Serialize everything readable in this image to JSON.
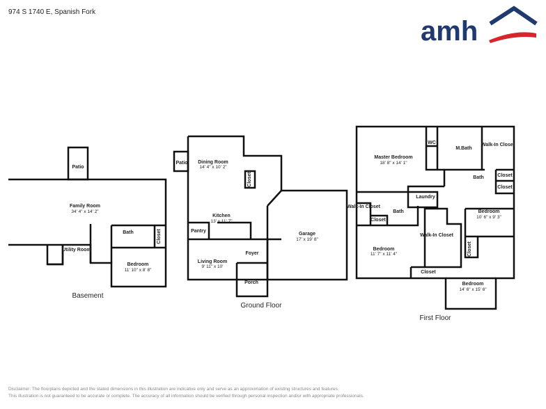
{
  "header": {
    "address": "974 S 1740 E, Spanish Fork",
    "logo_text": "amh",
    "brand_navy": "#1f3a6e",
    "brand_red": "#d6252c"
  },
  "floors": {
    "basement": {
      "label": "Basement",
      "rooms": [
        {
          "name": "Patio",
          "dims": ""
        },
        {
          "name": "Family Room",
          "dims": "34' 4\" x 14' 2\""
        },
        {
          "name": "Bath",
          "dims": ""
        },
        {
          "name": "Closet",
          "dims": ""
        },
        {
          "name": "Utility Room",
          "dims": ""
        },
        {
          "name": "Bedroom",
          "dims": "11' 10\" x 8' 8\""
        }
      ]
    },
    "ground": {
      "label": "Ground Floor",
      "rooms": [
        {
          "name": "Patio",
          "dims": ""
        },
        {
          "name": "Dining Room",
          "dims": "14' 4\" x 10' 2\""
        },
        {
          "name": "Closet",
          "dims": ""
        },
        {
          "name": "Kitchen",
          "dims": "13' x 11' 7\""
        },
        {
          "name": "Pantry",
          "dims": ""
        },
        {
          "name": "Garage",
          "dims": "17' x 19' 8\""
        },
        {
          "name": "Living Room",
          "dims": "9' 11\" x 10'"
        },
        {
          "name": "Foyer",
          "dims": ""
        },
        {
          "name": "Porch",
          "dims": ""
        }
      ]
    },
    "first": {
      "label": "First Floor",
      "rooms": [
        {
          "name": "Master Bedroom",
          "dims": "18' 8\" x 14' 1\""
        },
        {
          "name": "WC",
          "dims": ""
        },
        {
          "name": "M.Bath",
          "dims": ""
        },
        {
          "name": "Walk-In Closet",
          "dims": ""
        },
        {
          "name": "Bath",
          "dims": ""
        },
        {
          "name": "Closet",
          "dims": ""
        },
        {
          "name": "Closet",
          "dims": ""
        },
        {
          "name": "Laundry",
          "dims": ""
        },
        {
          "name": "Walk-In Closet",
          "dims": ""
        },
        {
          "name": "Bath",
          "dims": ""
        },
        {
          "name": "Closet",
          "dims": ""
        },
        {
          "name": "Bedroom",
          "dims": "10' 6\" x 9' 3\""
        },
        {
          "name": "Walk-In Closet",
          "dims": ""
        },
        {
          "name": "Bedroom",
          "dims": "11' 7\" x 11' 4\""
        },
        {
          "name": "Closet",
          "dims": ""
        },
        {
          "name": "Closet",
          "dims": ""
        },
        {
          "name": "Bedroom",
          "dims": "14' 6\" x 15' 6\""
        }
      ]
    }
  },
  "disclaimer": {
    "line1": "Disclaimer: The floorplans depicted and the stated dimensions in this illustration are indicative only and serve as an approximation of existing structures and features.",
    "line2": "This illustration is not guaranteed to be accurate or complete. The accuracy of all information should be verified through personal inspection and/or with appropriate professionals."
  }
}
